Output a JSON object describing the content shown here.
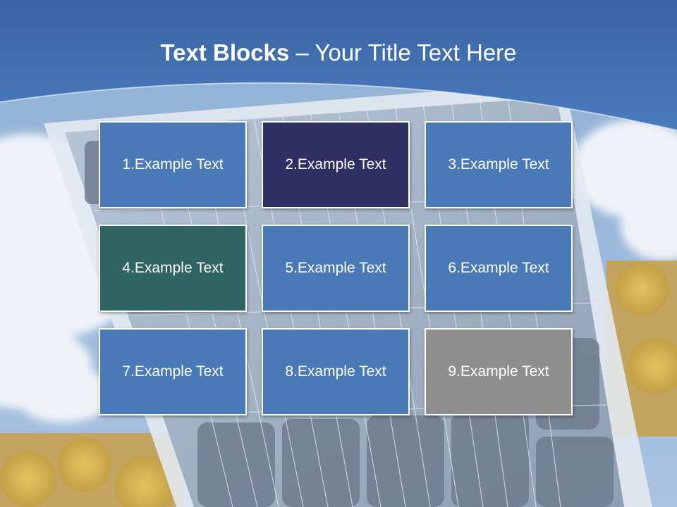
{
  "slide": {
    "title_bold": "Text Blocks",
    "title_dash": " – ",
    "title_rest": "Your Title Text Here"
  },
  "blocks": [
    {
      "label": "1.Example Text",
      "color": "#4a79b7"
    },
    {
      "label": "2.Example Text",
      "color": "#302f63"
    },
    {
      "label": "3.Example Text",
      "color": "#4a79b7"
    },
    {
      "label": "4.Example Text",
      "color": "#2e6461"
    },
    {
      "label": "5.Example Text",
      "color": "#4a79b7"
    },
    {
      "label": "6.Example Text",
      "color": "#4a79b7"
    },
    {
      "label": "7.Example Text",
      "color": "#4a79b7"
    },
    {
      "label": "8.Example Text",
      "color": "#4a79b7"
    },
    {
      "label": "9.Example Text",
      "color": "#8e8e8e"
    }
  ]
}
